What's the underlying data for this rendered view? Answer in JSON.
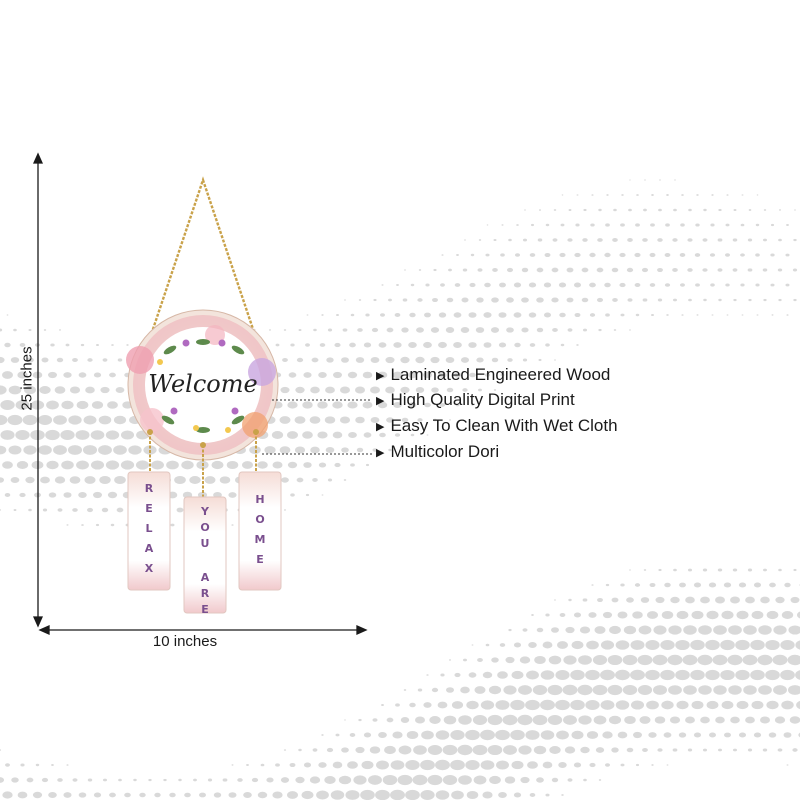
{
  "features": [
    "Laminated Engineered Wood",
    "High Quality Digital Print",
    "Easy To Clean With Wet Cloth",
    "Multicolor Dori"
  ],
  "dimensions": {
    "height_label": "25 inches",
    "width_label": "10 inches"
  },
  "product": {
    "sign_text": "Welcome",
    "plaques": [
      {
        "letters": [
          "R",
          "E",
          "L",
          "A",
          "X"
        ]
      },
      {
        "letters": [
          "Y",
          "O",
          "U",
          "A",
          "R",
          "E"
        ]
      },
      {
        "letters": [
          "H",
          "O",
          "M",
          "E"
        ]
      }
    ]
  },
  "colors": {
    "text": "#1a1a1a",
    "plaque_letters": "#7a4f8e",
    "rope": "#c9a24a",
    "halftone": "#d9d9d9"
  },
  "icons": [
    "triangle-bullet-icon",
    "dimension-arrow-icon"
  ]
}
